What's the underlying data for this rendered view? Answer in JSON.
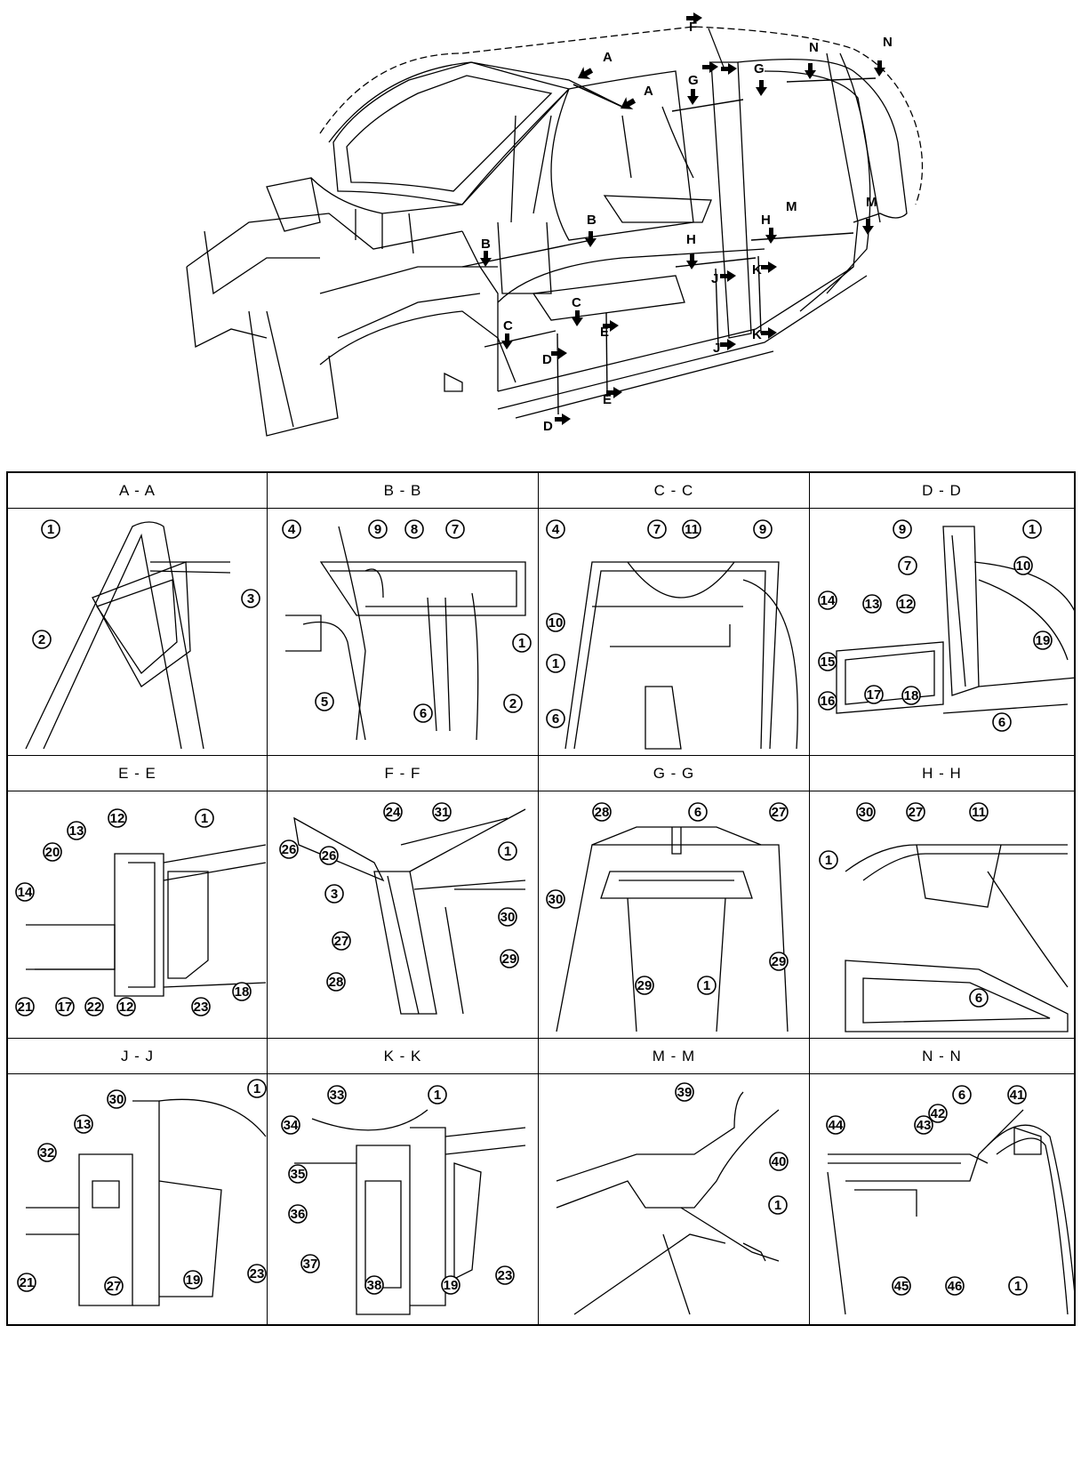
{
  "overview": {
    "section_markers": [
      "A",
      "A",
      "B",
      "B",
      "C",
      "C",
      "D",
      "D",
      "E",
      "E",
      "F",
      "G",
      "G",
      "H",
      "H",
      "J",
      "J",
      "K",
      "K",
      "M",
      "M",
      "N",
      "N"
    ]
  },
  "sections": [
    {
      "title": "A - A",
      "callouts": [
        "1",
        "3",
        "2"
      ]
    },
    {
      "title": "B - B",
      "callouts": [
        "4",
        "9",
        "8",
        "7",
        "1",
        "2",
        "6",
        "5"
      ]
    },
    {
      "title": "C - C",
      "callouts": [
        "4",
        "7",
        "11",
        "9",
        "10",
        "1",
        "6"
      ]
    },
    {
      "title": "D - D",
      "callouts": [
        "9",
        "1",
        "7",
        "10",
        "14",
        "13",
        "12",
        "19",
        "15",
        "16",
        "17",
        "18",
        "6"
      ]
    },
    {
      "title": "E - E",
      "callouts": [
        "12",
        "1",
        "13",
        "20",
        "14",
        "18",
        "21",
        "17",
        "22",
        "12",
        "23"
      ]
    },
    {
      "title": "F - F",
      "callouts": [
        "24",
        "31",
        "26",
        "1",
        "26",
        "3",
        "30",
        "27",
        "29",
        "28"
      ]
    },
    {
      "title": "G - G",
      "callouts": [
        "28",
        "6",
        "27",
        "30",
        "29",
        "1",
        "29"
      ]
    },
    {
      "title": "H - H",
      "callouts": [
        "30",
        "27",
        "11",
        "1",
        "6"
      ]
    },
    {
      "title": "J - J",
      "callouts": [
        "30",
        "1",
        "13",
        "32",
        "21",
        "27",
        "19",
        "23"
      ]
    },
    {
      "title": "K - K",
      "callouts": [
        "33",
        "1",
        "34",
        "35",
        "36",
        "37",
        "38",
        "19",
        "23"
      ]
    },
    {
      "title": "M - M",
      "callouts": [
        "39",
        "40",
        "1"
      ]
    },
    {
      "title": "N - N",
      "callouts": [
        "6",
        "41",
        "44",
        "43",
        "42",
        "45",
        "46",
        "1"
      ]
    }
  ]
}
